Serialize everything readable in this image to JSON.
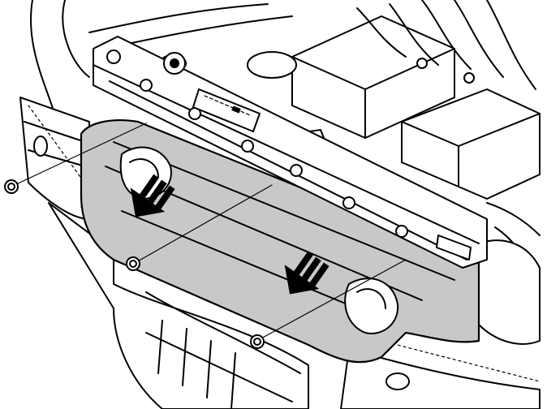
{
  "diagram": {
    "subject": "front-bumper-cover-removal",
    "colors": {
      "line": "#000000",
      "highlight_part": "#c8c8c8",
      "background": "#ffffff"
    },
    "fasteners": [
      {
        "id": "screw-left",
        "icon": "screw-icon"
      },
      {
        "id": "screw-center",
        "icon": "screw-icon"
      },
      {
        "id": "screw-right",
        "icon": "screw-icon"
      }
    ],
    "arrows": [
      {
        "id": "arrow-left",
        "icon": "striped-arrow-icon",
        "direction": "down-left"
      },
      {
        "id": "arrow-right",
        "icon": "striped-arrow-icon",
        "direction": "down-left"
      }
    ]
  }
}
